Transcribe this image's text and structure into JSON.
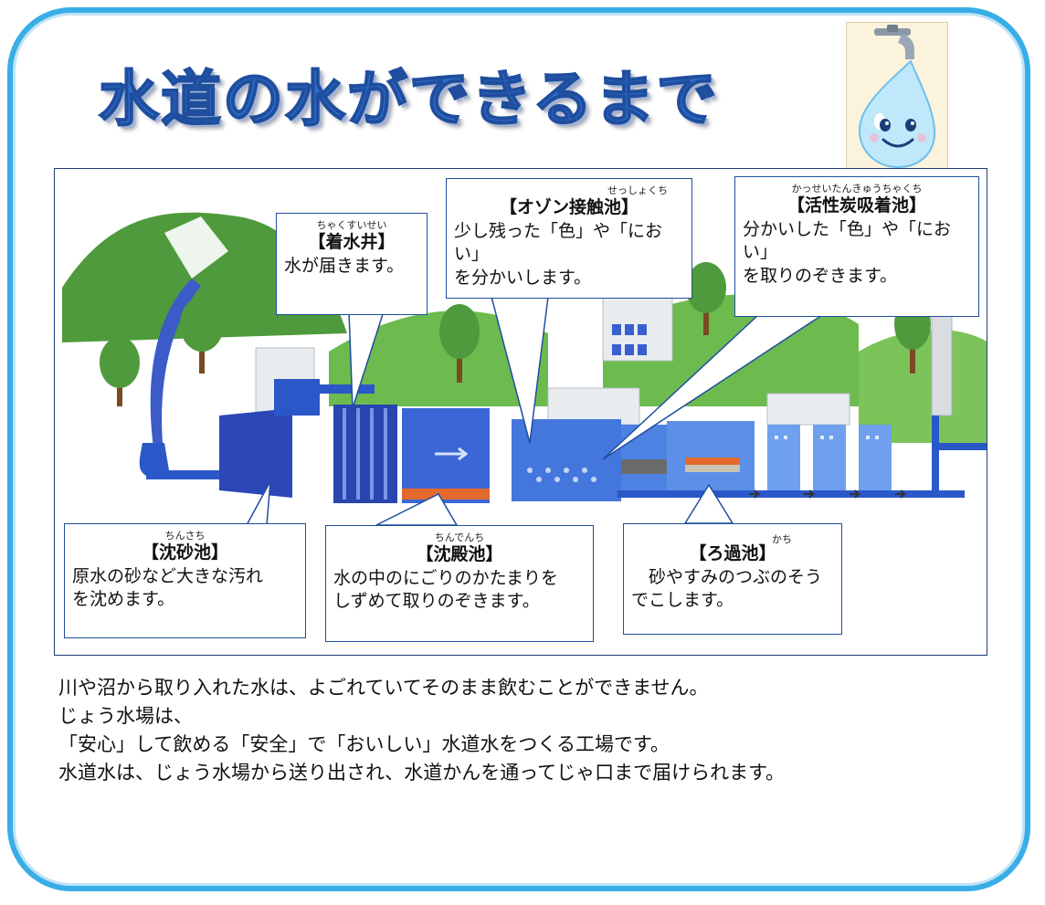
{
  "title": "水道の水ができるまで",
  "mascot": {
    "icon": "water-drop-mascot-icon"
  },
  "callouts": {
    "chakusuisei": {
      "ruby": "ちゃくすいせい",
      "head": "【着水井】",
      "body": "水が届きます。"
    },
    "ozone": {
      "ruby": "せっしょくち",
      "head": "【オゾン接触池】",
      "body": "少し残った「色」や「におい」\nを分かいします。"
    },
    "kasseitan": {
      "ruby": "かっせいたんきゅうちゃくち",
      "head": "【活性炭吸着池】",
      "body": "分かいした「色」や「におい」\nを取りのぞきます。"
    },
    "chinsachi": {
      "ruby": "ちんさち",
      "head": "【沈砂池】",
      "body": "原水の砂など大きな汚れ\nを沈めます。"
    },
    "chindenchi": {
      "ruby": "ちんでんち",
      "head": "【沈殿池】",
      "body": "水の中のにごりのかたまりを\nしずめて取りのぞきます。"
    },
    "rokachi": {
      "ruby": "かち",
      "head": "【ろ過池】",
      "body": "　砂やすみのつぶのそう\nでこします。"
    }
  },
  "description": [
    "川や沼から取り入れた水は、よごれていてそのまま飲むことができません。",
    "じょう水場は、",
    "「安心」して飲める「安全」で「おいしい」水道水をつくる工場です。",
    "水道水は、じょう水場から送り出され、水道かんを通ってじゃ口まで届けられます。"
  ],
  "colors": {
    "frame": "#39aee6",
    "title": "#2f6fcf",
    "callout_border": "#1f4e9e",
    "water": "#2a58c8",
    "tank": "#3a5fd0"
  }
}
